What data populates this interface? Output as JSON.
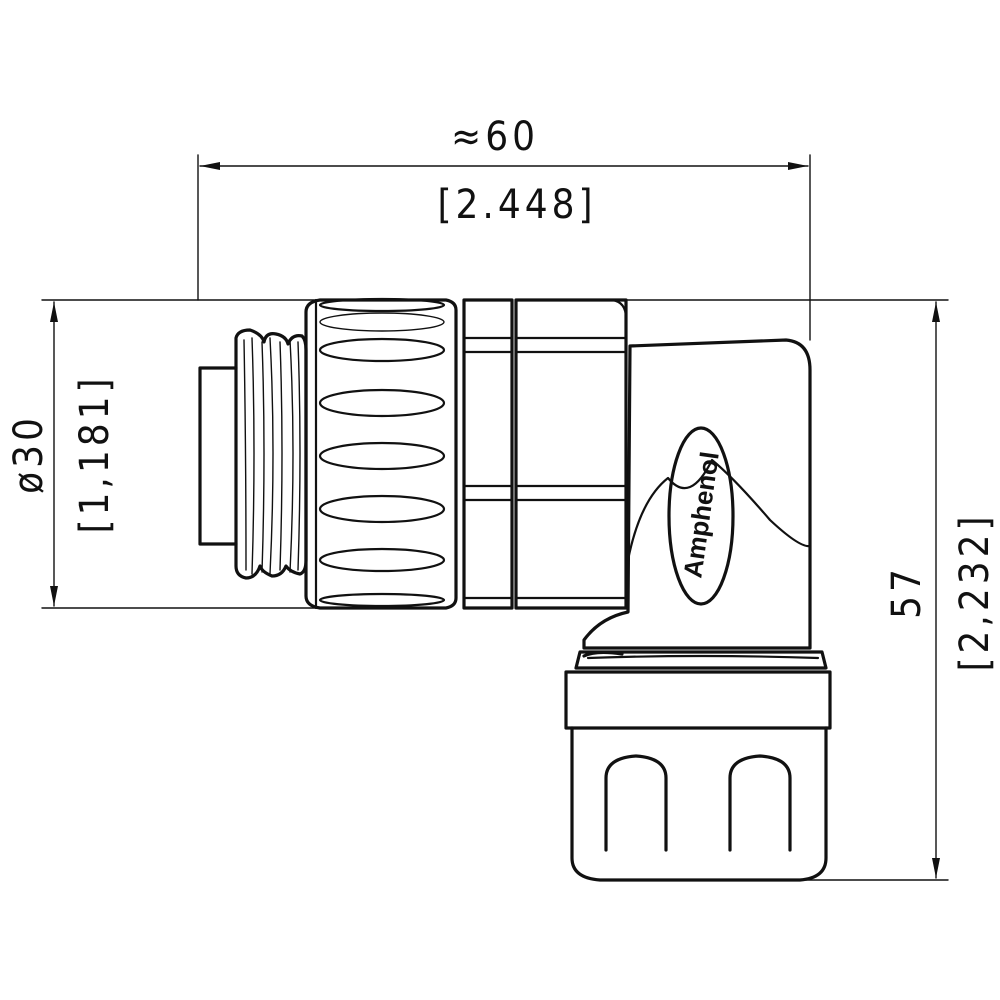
{
  "dimensions": {
    "length_mm": "≈60",
    "length_in": "[2.448]",
    "diameter_mm": "ø30",
    "diameter_in": "[1,181]",
    "height_mm": "57",
    "height_in": "[2,232]"
  },
  "logo": {
    "text": "Amphenol"
  },
  "colors": {
    "line": "#111111",
    "background": "#ffffff"
  }
}
